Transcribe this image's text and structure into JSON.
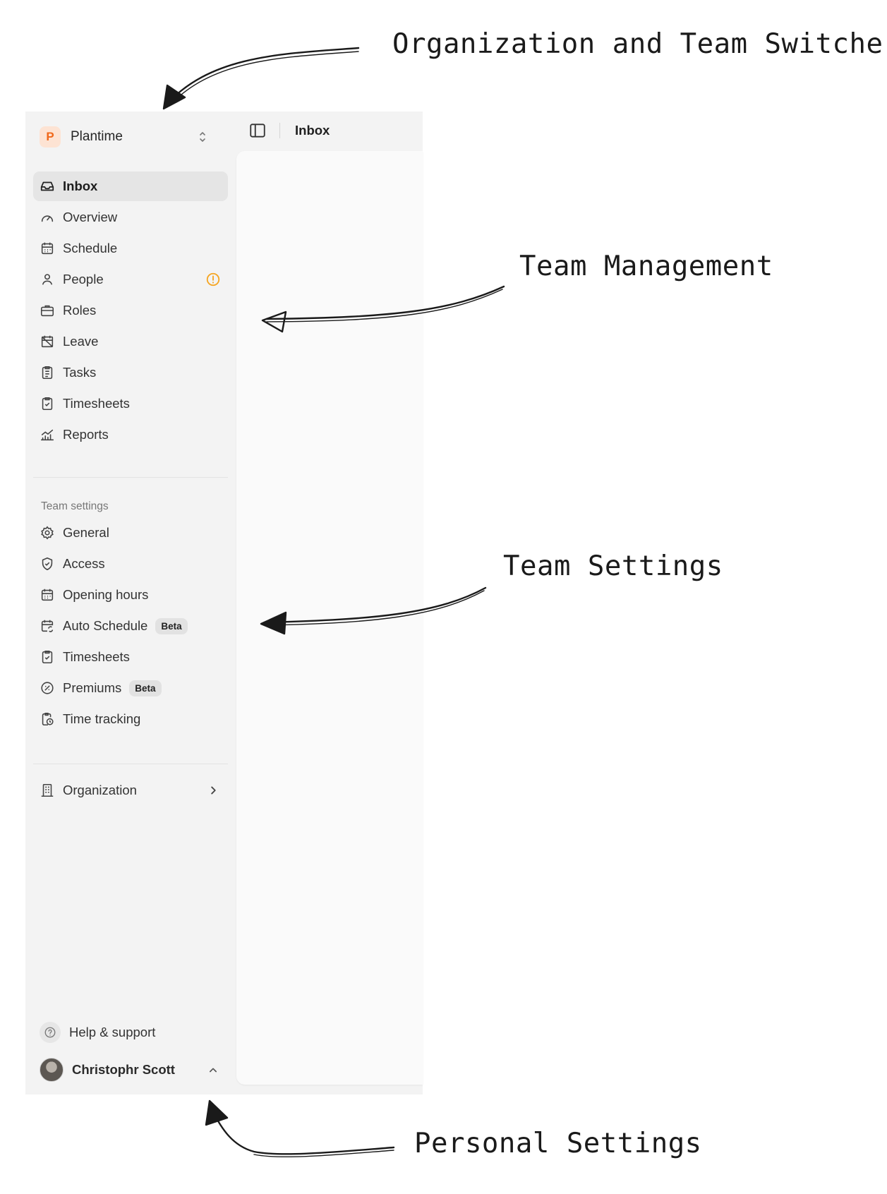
{
  "annotations": {
    "org_switcher": "Organization and Team Switcher",
    "team_management": "Team Management",
    "team_settings": "Team Settings",
    "personal_settings": "Personal Settings"
  },
  "team": {
    "initial": "P",
    "name": "Plantime"
  },
  "topbar": {
    "title": "Inbox"
  },
  "nav": {
    "inbox": "Inbox",
    "overview": "Overview",
    "schedule": "Schedule",
    "people": "People",
    "roles": "Roles",
    "leave": "Leave",
    "tasks": "Tasks",
    "timesheets": "Timesheets",
    "reports": "Reports"
  },
  "team_settings": {
    "section_label": "Team settings",
    "general": "General",
    "access": "Access",
    "opening_hours": "Opening hours",
    "auto_schedule": "Auto Schedule",
    "auto_schedule_badge": "Beta",
    "timesheets": "Timesheets",
    "premiums": "Premiums",
    "premiums_badge": "Beta",
    "time_tracking": "Time tracking"
  },
  "organization": {
    "label": "Organization"
  },
  "footer": {
    "help": "Help & support",
    "user_name": "Christophr Scott"
  },
  "colors": {
    "accent": "#f0681a",
    "warning": "#f5a623",
    "sidebar_bg": "#f3f3f3",
    "active_bg": "#e5e5e5"
  },
  "icons": {
    "inbox": "inbox-icon",
    "overview": "gauge-icon",
    "schedule": "calendar-icon",
    "people": "user-icon",
    "roles": "briefcase-icon",
    "leave": "calendar-off-icon",
    "tasks": "clipboard-list-icon",
    "timesheets": "clipboard-check-icon",
    "reports": "chart-icon",
    "general": "gear-icon",
    "access": "shield-check-icon",
    "opening_hours": "calendar-icon",
    "auto_schedule": "calendar-sync-icon",
    "premiums": "percent-badge-icon",
    "time_tracking": "clipboard-clock-icon",
    "organization": "building-icon",
    "help": "question-circle-icon"
  }
}
